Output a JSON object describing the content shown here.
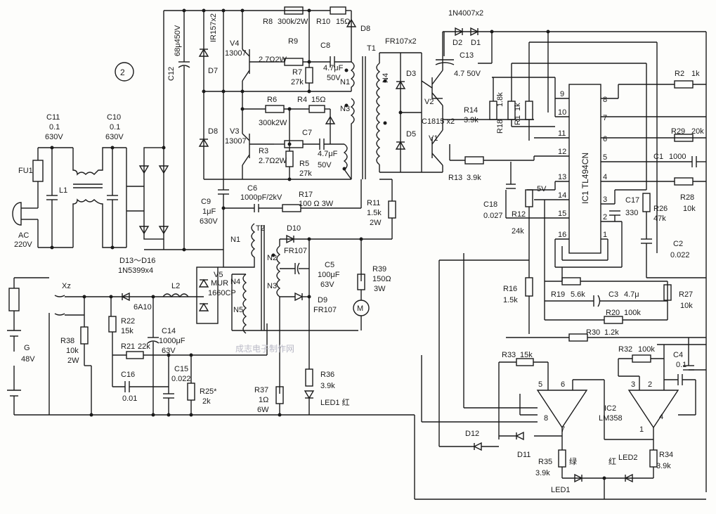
{
  "marker": "2",
  "watermark": "成志电子制作网",
  "mains": {
    "fuse": "FU1",
    "plug_label": "AC",
    "voltage": "220V",
    "choke": "L1",
    "c11": [
      "C11",
      "0.1",
      "630V"
    ],
    "c10": [
      "C10",
      "0.1",
      "630V"
    ],
    "bridge": [
      "D13～D16",
      "1N5399x4"
    ],
    "c12": [
      "C12",
      "68μ450V"
    ]
  },
  "half_bridge": {
    "d7": "D7",
    "d8": "D8",
    "ir": "IR157x2",
    "v4": [
      "V4",
      "13007"
    ],
    "v3": [
      "V3",
      "13007"
    ],
    "r8": "R8",
    "r8v": "300k/2W",
    "r10": "R10",
    "r10v": "15Ω",
    "d8b": "D8",
    "r9": "R9",
    "r9v": "2.7Ω2W",
    "c8": "C8",
    "c8v": [
      "4.7μF",
      "50V"
    ],
    "r7": [
      "R7",
      "27k"
    ],
    "n1": "N1",
    "n3": "N3",
    "r6": "R6",
    "r6v": "300k2W",
    "r4": "R4",
    "r4v": "15Ω",
    "c7": "C7",
    "c7v": [
      "4.7μF",
      "50V"
    ],
    "r3": "R3",
    "r3v": "2.7Ω2W",
    "r5": [
      "R5",
      "27k"
    ],
    "c9": [
      "C9",
      "1μF",
      "630V"
    ],
    "c6": [
      "C6",
      "1000pF/2kV"
    ],
    "r17": [
      "R17",
      "100 Ω  3W"
    ]
  },
  "transformer": {
    "t1": "T1",
    "fr107": "FR107x2",
    "n4": "N4",
    "d3": "D3",
    "d5": "D5",
    "v2": "V2",
    "v1": "V1",
    "c1815": "C1815 x2",
    "d2": "D2",
    "d1": "D1",
    "d12n": "1N4007x2",
    "c13": [
      "C13",
      "4.7  50V"
    ],
    "t2": "T2",
    "n1b": "N1",
    "n2": "N2",
    "n3b": "N3",
    "n4b": "N4",
    "n5": "N5",
    "d10": [
      "D10",
      "FR107"
    ],
    "d9": [
      "D9",
      "FR107"
    ],
    "c5": [
      "C5",
      "100μF",
      "63V"
    ],
    "r11": [
      "R11",
      "1.5k",
      "2W"
    ],
    "r39": [
      "R39",
      "150Ω",
      "3W"
    ],
    "motor": "M"
  },
  "control": {
    "ic1": "IC1 TL494CN",
    "pins_left": [
      "9",
      "10",
      "11",
      "12",
      "13",
      "14",
      "15",
      "16"
    ],
    "pins_right": [
      "8",
      "7",
      "6",
      "5",
      "4",
      "3",
      "2",
      "1"
    ],
    "r14": [
      "R14",
      "3.9k"
    ],
    "r18": [
      "R18",
      "1.8k"
    ],
    "r1": [
      "R1",
      "1k"
    ],
    "r13": [
      "R13",
      "3.9k"
    ],
    "r2": [
      "R2",
      "1k"
    ],
    "r29": [
      "R29",
      "20k"
    ],
    "c1": [
      "C1",
      "1000"
    ],
    "r28": [
      "R28",
      "10k"
    ],
    "c17": [
      "C17",
      "330"
    ],
    "r26": [
      "R26",
      "47k"
    ],
    "c2": [
      "C2",
      "0.022"
    ],
    "c18": [
      "C18",
      "0.027"
    ],
    "r12": [
      "R12",
      "24k"
    ],
    "v5": "5V",
    "r16": [
      "R16",
      "1.5k"
    ],
    "r19": [
      "R19",
      "5.6k"
    ],
    "c3": [
      "C3",
      "4.7μ"
    ],
    "r20": [
      "R20",
      "100k"
    ],
    "r27": [
      "R27",
      "10k"
    ],
    "r30": [
      "R30",
      "1.2k"
    ]
  },
  "output": {
    "xz": "Xz",
    "battery": [
      "G",
      "48V"
    ],
    "l2": "L2",
    "v5d": [
      "V5",
      "MUR",
      "1660CP"
    ],
    "d6": "6A10",
    "r22": [
      "R22",
      "15k"
    ],
    "r21": "R21",
    "r21v": "22k",
    "c14": [
      "C14",
      "1000μF",
      "63V"
    ],
    "r38": [
      "R38",
      "10k",
      "2W"
    ],
    "c16": [
      "C16",
      "0.01"
    ],
    "c15": [
      "C15",
      "0.022"
    ],
    "r25": [
      "R25*",
      "2k"
    ],
    "r37": [
      "R37",
      "1Ω",
      "6W"
    ],
    "r36": [
      "R36",
      "3.9k"
    ],
    "led1": "LED1 红"
  },
  "comparator": {
    "r33": [
      "R33",
      "15k"
    ],
    "r32": [
      "R32",
      "100k"
    ],
    "c4": [
      "C4",
      "0.1"
    ],
    "ic2": [
      "IC2",
      "LM358"
    ],
    "pins": [
      "5",
      "6",
      "8",
      "7",
      "3",
      "2",
      "1",
      "4"
    ],
    "d12": "D12",
    "d11": "D11",
    "r35": [
      "R35",
      "3.9k"
    ],
    "green": "绿",
    "led1b": "LED1",
    "red": "红",
    "led2": "LED2",
    "r34": [
      "R34",
      "3.9k"
    ]
  }
}
